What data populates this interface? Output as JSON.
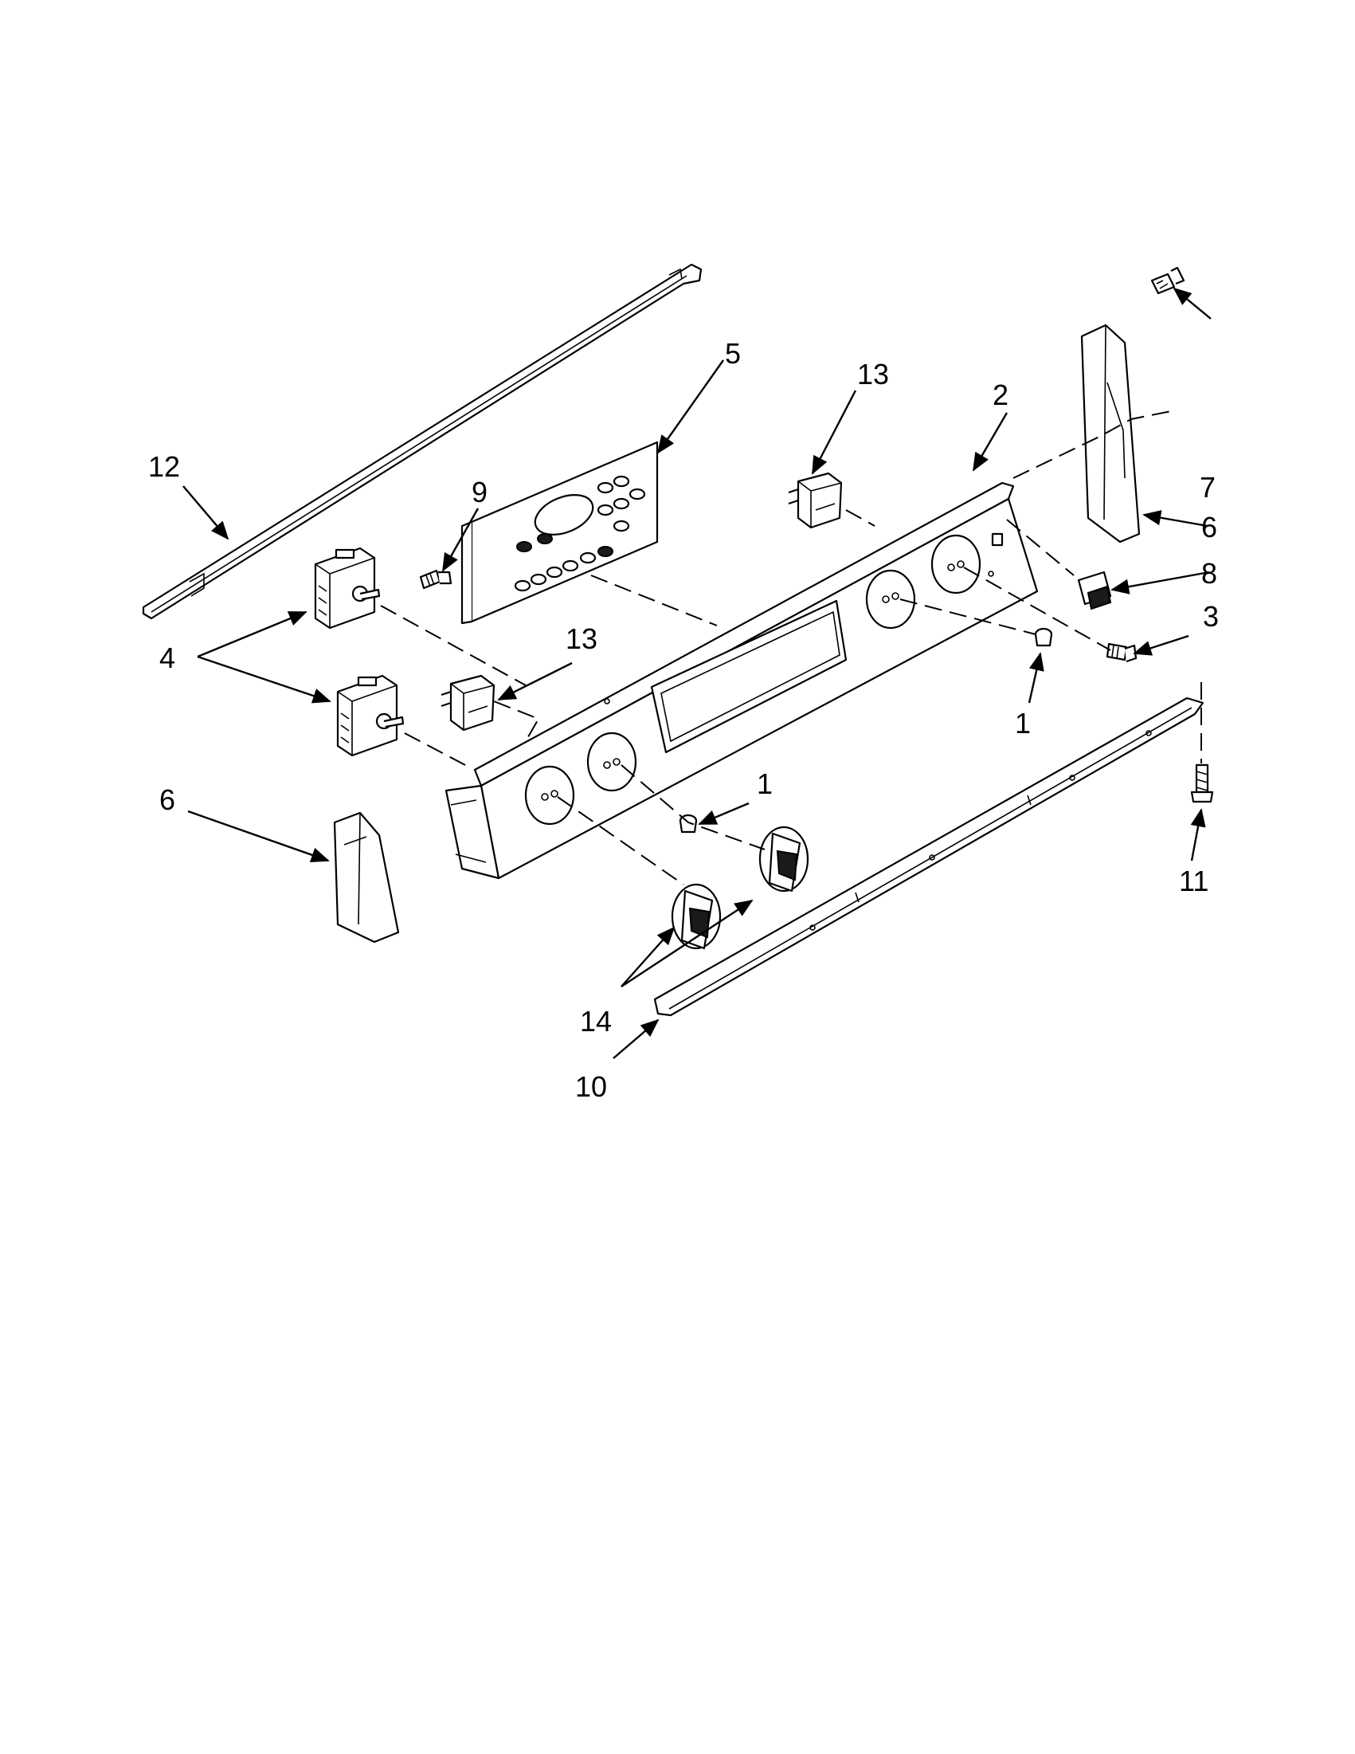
{
  "callouts": {
    "c1a": "1",
    "c1b": "1",
    "c2": "2",
    "c3": "3",
    "c4": "4",
    "c5": "5",
    "c6a": "6",
    "c6b": "6",
    "c7": "7",
    "c8": "8",
    "c9": "9",
    "c10": "10",
    "c11": "11",
    "c12": "12",
    "c13a": "13",
    "c13b": "13",
    "c14": "14"
  },
  "colors": {
    "line": "#000000",
    "background": "#ffffff"
  }
}
